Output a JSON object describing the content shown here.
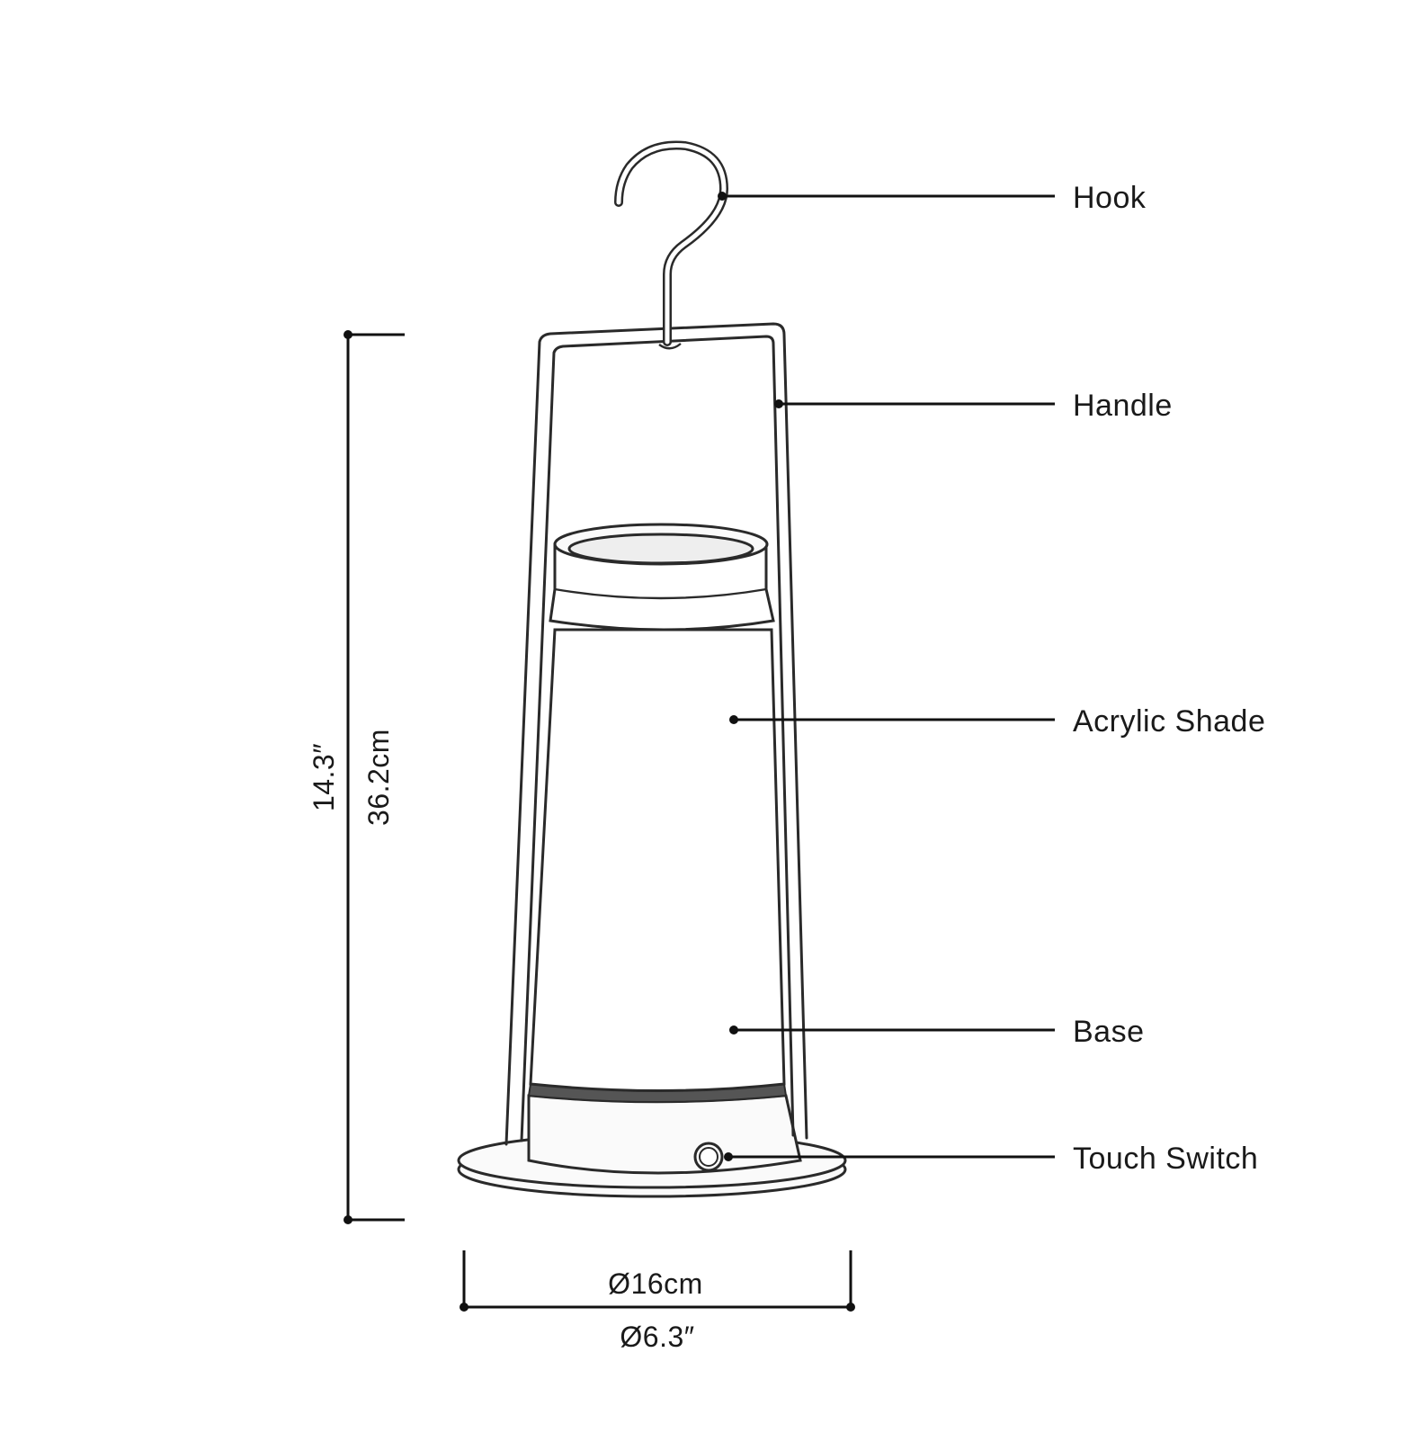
{
  "parts": [
    {
      "id": "hook",
      "label": "Hook"
    },
    {
      "id": "handle",
      "label": "Handle"
    },
    {
      "id": "acrylic-shade",
      "label": "Acrylic Shade"
    },
    {
      "id": "base",
      "label": "Base"
    },
    {
      "id": "touch-switch",
      "label": "Touch Switch"
    }
  ],
  "dimensions": {
    "height_in": "14.3″",
    "height_cm": "36.2cm",
    "diameter_cm": "Ø16cm",
    "diameter_in": "Ø6.3″"
  }
}
